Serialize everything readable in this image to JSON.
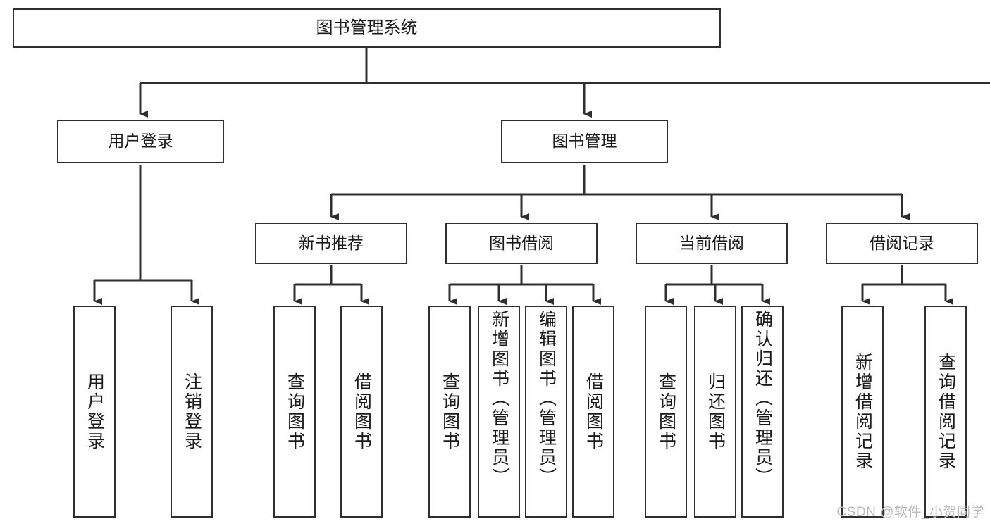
{
  "diagram": {
    "type": "tree-hierarchy",
    "title": "图书管理系统",
    "root": {
      "id": "root",
      "label": "图书管理系统"
    },
    "level2": [
      {
        "id": "user-login",
        "label": "用户登录"
      },
      {
        "id": "book-manage",
        "label": "图书管理"
      }
    ],
    "level3": [
      {
        "id": "new-book-recommend",
        "label": "新书推荐",
        "parent": "book-manage"
      },
      {
        "id": "book-borrow",
        "label": "图书借阅",
        "parent": "book-manage"
      },
      {
        "id": "current-borrow",
        "label": "当前借阅",
        "parent": "book-manage"
      },
      {
        "id": "borrow-record",
        "label": "借阅记录",
        "parent": "book-manage"
      }
    ],
    "leaves": [
      {
        "id": "leaf-user-login",
        "label": "用户登录",
        "parent": "user-login"
      },
      {
        "id": "leaf-logout",
        "label": "注销登录",
        "parent": "user-login"
      },
      {
        "id": "leaf-query-book-1",
        "label": "查询图书",
        "parent": "new-book-recommend"
      },
      {
        "id": "leaf-borrow-book-1",
        "label": "借阅图书",
        "parent": "new-book-recommend"
      },
      {
        "id": "leaf-query-book-2",
        "label": "查询图书",
        "parent": "book-borrow"
      },
      {
        "id": "leaf-add-book",
        "label": "新增图书（管理员）",
        "parent": "book-borrow"
      },
      {
        "id": "leaf-edit-book",
        "label": "编辑图书（管理员）",
        "parent": "book-borrow"
      },
      {
        "id": "leaf-borrow-book-2",
        "label": "借阅图书",
        "parent": "book-borrow"
      },
      {
        "id": "leaf-query-book-3",
        "label": "查询图书",
        "parent": "current-borrow"
      },
      {
        "id": "leaf-return-book",
        "label": "归还图书",
        "parent": "current-borrow"
      },
      {
        "id": "leaf-confirm-return",
        "label": "确认归还（管理员）",
        "parent": "current-borrow"
      },
      {
        "id": "leaf-add-record",
        "label": "新增借阅记录",
        "parent": "borrow-record"
      },
      {
        "id": "leaf-query-record",
        "label": "查询借阅记录",
        "parent": "borrow-record"
      }
    ],
    "colors": {
      "border": "#2f2f2f",
      "text": "#1a1a1a",
      "background": "#ffffff",
      "connector": "#2f2f2f",
      "watermark": "#b9b9b9"
    }
  },
  "watermark": {
    "text": "CSDN @软件_小贺同学"
  }
}
